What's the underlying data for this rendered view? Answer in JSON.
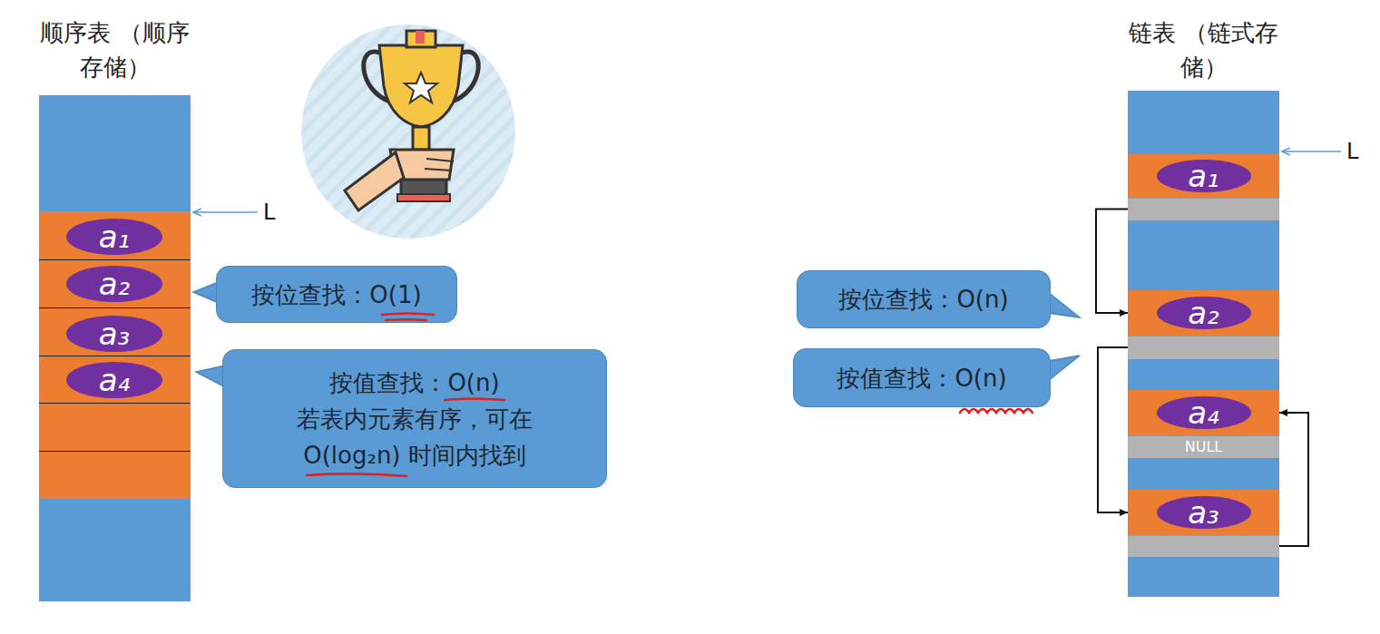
{
  "diagram": {
    "nodes": [
      {
        "text": [
          "顺序表 （顺序存储）"
        ]
      },
      {
        "text": [
          "a₁"
        ],
        "in": 0
      },
      {
        "text": [
          "a₂"
        ],
        "in": 0
      },
      {
        "text": [
          "a₃"
        ],
        "in": 0
      },
      {
        "text": [
          "a₄"
        ],
        "in": 0
      },
      {
        "text": [
          "按位查找：O(1)"
        ]
      },
      {
        "text": [
          "按值查找：O(n)",
          "若表内元素有序，可在 O(log₂n) 时间内找到"
        ]
      },
      {
        "text": [
          "链表 （链式存储）"
        ]
      },
      {
        "text": [
          "a₁"
        ],
        "in": 7
      },
      {
        "text": [
          "a₂"
        ],
        "in": 7
      },
      {
        "text": [
          "a₄",
          "NULL"
        ],
        "in": 7
      },
      {
        "text": [
          "a₃"
        ],
        "in": 7
      },
      {
        "text": [
          "按位查找：O(n)"
        ]
      },
      {
        "text": [
          "按值查找：O(n)"
        ]
      }
    ],
    "edges": [
      {
        "from": 8,
        "to": 9,
        "arrow": "to"
      },
      {
        "from": 9,
        "to": 11,
        "arrow": "to"
      },
      {
        "from": 11,
        "to": 10,
        "arrow": "to"
      }
    ],
    "labels": [
      "L",
      "L"
    ]
  }
}
